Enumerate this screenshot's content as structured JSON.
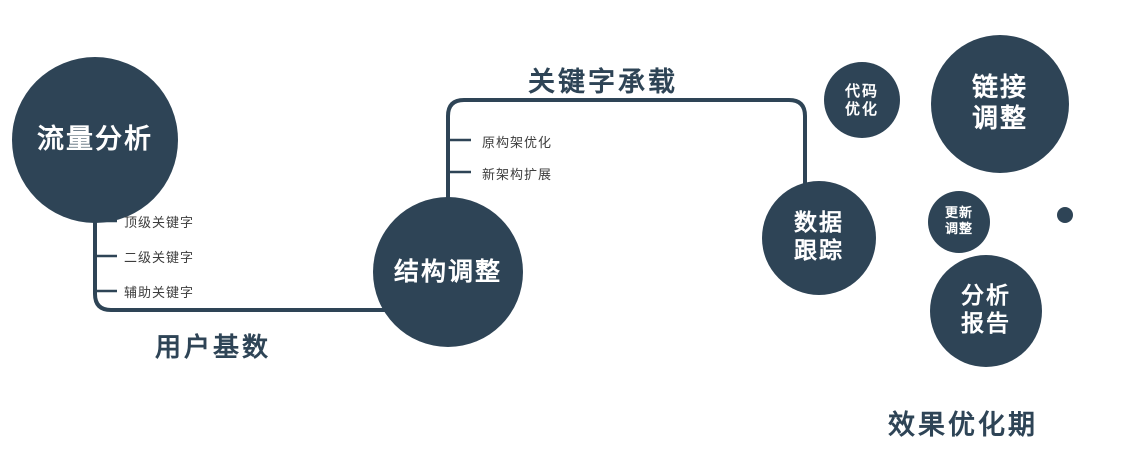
{
  "diagram": {
    "nodes": {
      "traffic": {
        "label": "流量分析"
      },
      "structure": {
        "label": "结构调整"
      },
      "data_tracking": {
        "label": "数据\n跟踪"
      },
      "code_optimization": {
        "label": "代码\n优化"
      },
      "link_adjustment": {
        "label": "链接\n调整"
      },
      "update_adjustment": {
        "label": "更新\n调整"
      },
      "analysis_report": {
        "label": "分析\n报告"
      }
    },
    "edge_labels": {
      "keyword_carrying": "关键字承载",
      "user_base": "用户基数"
    },
    "branches": {
      "traffic": [
        "顶级关键字",
        "二级关键字",
        "辅助关键字"
      ],
      "structure": [
        "原构架优化",
        "新架构扩展"
      ]
    },
    "caption": "效果优化期",
    "colors": {
      "node_fill": "#2e4456",
      "node_text": "#ffffff",
      "connector_line": "#2e4456",
      "edge_label_text": "#2e4456",
      "branch_label_text": "#3d3d3d",
      "background": "#ffffff"
    }
  }
}
